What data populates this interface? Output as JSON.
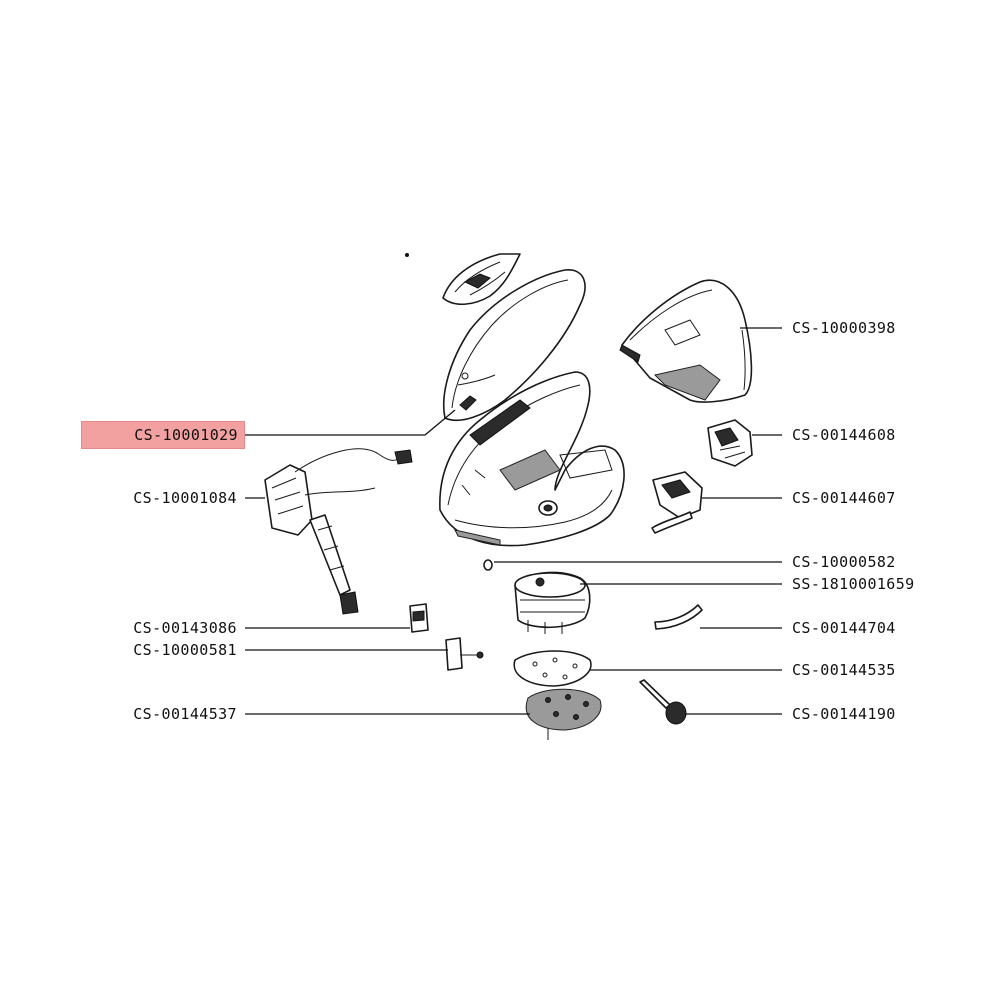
{
  "diagram": {
    "labels": {
      "cs_10000398": "CS-10000398",
      "cs_10001029": "CS-10001029",
      "cs_00144608": "CS-00144608",
      "cs_10001084": "CS-10001084",
      "cs_00144607": "CS-00144607",
      "cs_10000582": "CS-10000582",
      "ss_1810001659": "SS-1810001659",
      "cs_00143086": "CS-00143086",
      "cs_00144704": "CS-00144704",
      "cs_10000581": "CS-10000581",
      "cs_00144535": "CS-00144535",
      "cs_00144537": "CS-00144537",
      "cs_00144190": "CS-00144190"
    },
    "highlight_color": "#f2a0a0"
  }
}
